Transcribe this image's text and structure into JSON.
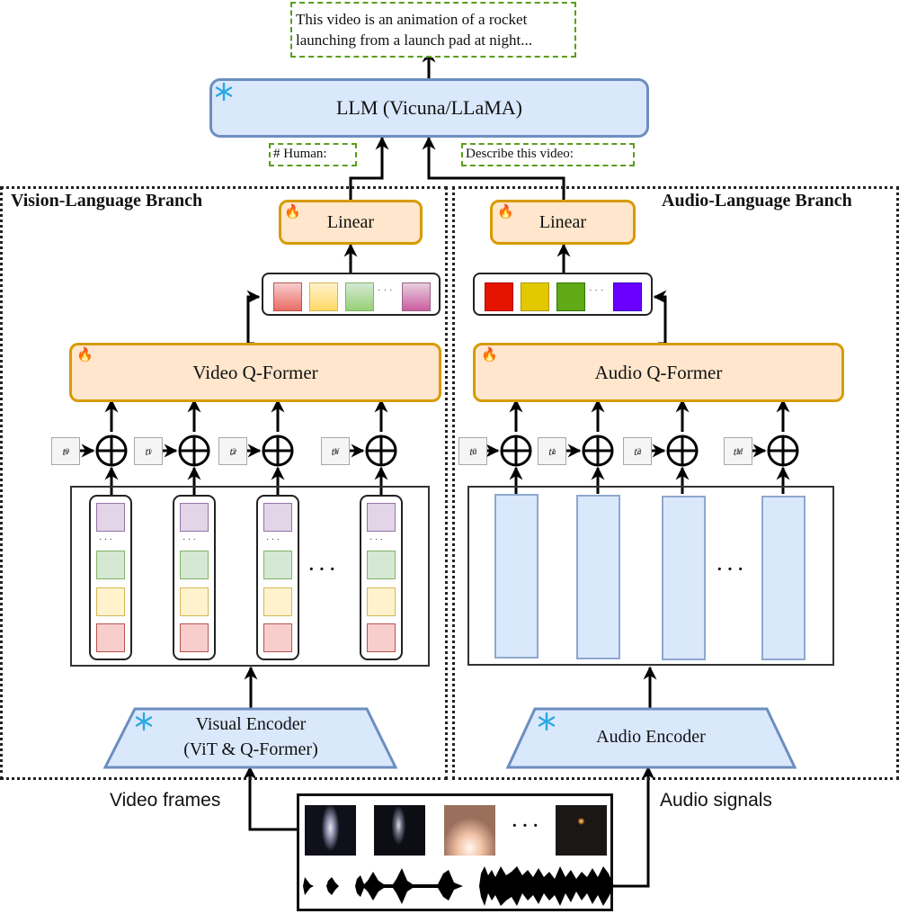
{
  "output_text": {
    "line1": "This video is an animation of a rocket",
    "line2": "launching from a launch pad at night..."
  },
  "llm": {
    "label": "LLM (Vicuna/LLaMA)",
    "icon": "snowflake-icon"
  },
  "prompts": {
    "human": "# Human:",
    "instruction": "Describe this video:"
  },
  "vision_branch": {
    "title": "Vision-Language Branch",
    "linear_label": "Linear",
    "qformer_label": "Video Q-Former",
    "encoder_line1": "Visual Encoder",
    "encoder_line2": "(ViT & Q-Former)",
    "input_label": "Video frames",
    "output_tokens": [
      "#f19c99",
      "#fff2b0",
      "#b9e0a5",
      "#e6a8cf"
    ],
    "frame_tokens": [
      "#e1d5e7",
      "#d5e8d4",
      "#fff2cc",
      "#f8cecc"
    ],
    "position_tokens": [
      {
        "base": "t",
        "sup": "v",
        "sub": "0"
      },
      {
        "base": "t",
        "sup": "v",
        "sub": "1"
      },
      {
        "base": "t",
        "sup": "v",
        "sub": "2"
      },
      {
        "base": "t",
        "sup": "v",
        "sub": "N"
      }
    ],
    "ellipsis": "· · ·",
    "small_ellipsis": "· · ·"
  },
  "audio_branch": {
    "title": "Audio-Language Branch",
    "linear_label": "Linear",
    "qformer_label": "Audio Q-Former",
    "encoder_label": "Audio Encoder",
    "input_label": "Audio signals",
    "output_tokens": [
      "#e51400",
      "#e3c800",
      "#60a917",
      "#6a00ff"
    ],
    "position_tokens": [
      {
        "base": "t",
        "sup": "a",
        "sub": "0"
      },
      {
        "base": "t",
        "sup": "a",
        "sub": "1"
      },
      {
        "base": "t",
        "sup": "a",
        "sub": "2"
      },
      {
        "base": "t",
        "sup": "a",
        "sub": "M"
      }
    ],
    "ellipsis": "· · ·",
    "small_ellipsis": "· · ·"
  },
  "input_media": {
    "frames_ellipsis": "· · ·"
  },
  "colors": {
    "frozen": "#29a8e0",
    "trainable": "#f5601f",
    "blue_fill": "#dae8fc",
    "blue_border": "#6c8ebf",
    "orange_fill": "#ffe6cc",
    "orange_border": "#d79b00",
    "prompt_border": "#5a9e1a"
  }
}
